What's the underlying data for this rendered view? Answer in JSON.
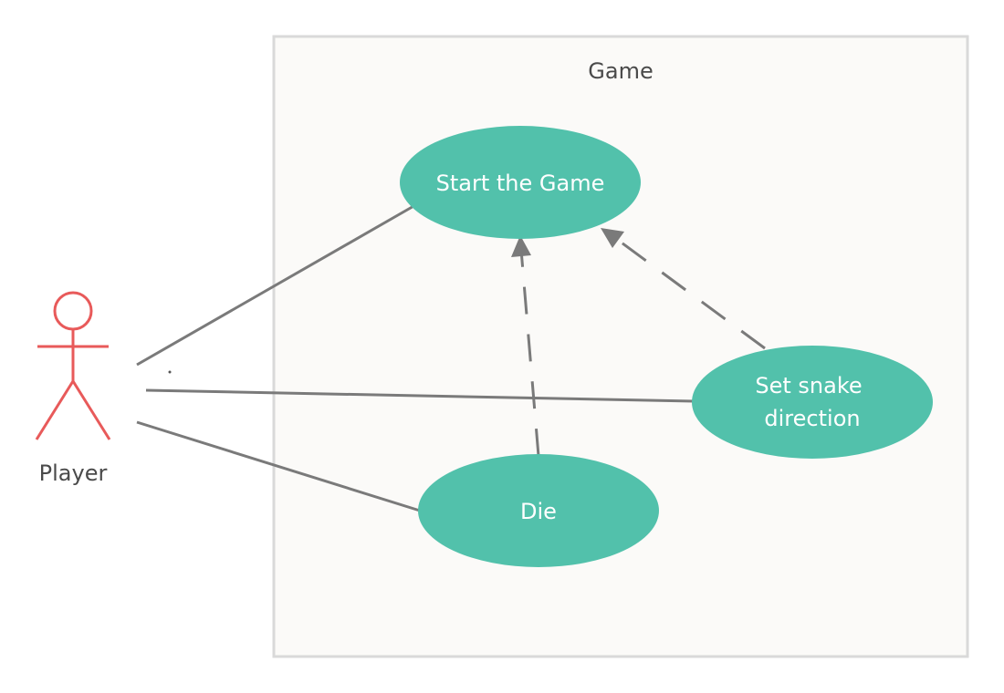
{
  "diagram": {
    "boundary": {
      "title": "Game"
    },
    "actor": {
      "name": "Player",
      "color": "#e85a5a"
    },
    "use_cases": [
      {
        "id": "start",
        "lines": [
          "Start the Game"
        ]
      },
      {
        "id": "direction",
        "lines": [
          "Set snake",
          "direction"
        ]
      },
      {
        "id": "die",
        "lines": [
          "Die"
        ]
      }
    ],
    "colors": {
      "use_case_fill": "#52c1ab",
      "connector": "#7a7a7a",
      "boundary_fill": "#fbfaf8",
      "boundary_stroke": "#d9d9d9"
    }
  }
}
